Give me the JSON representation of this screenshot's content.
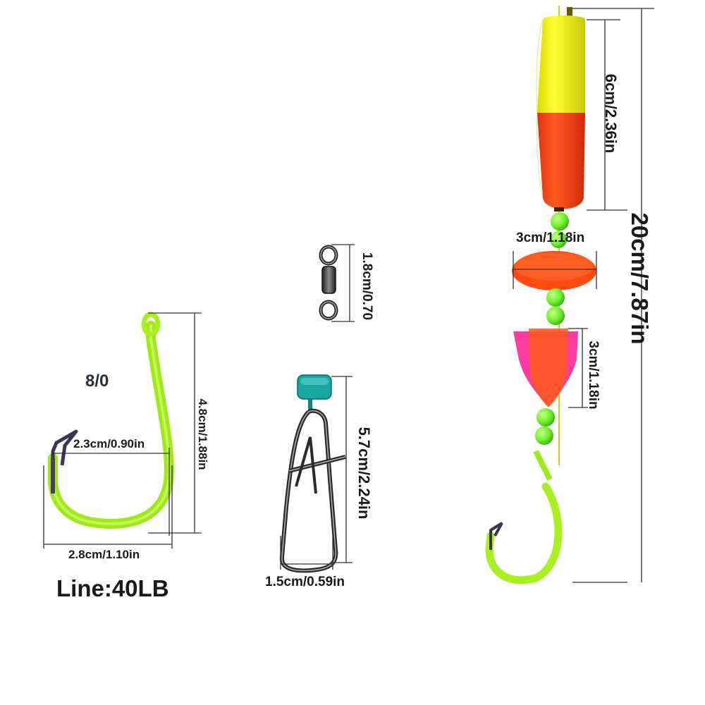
{
  "hook": {
    "size_label": "8/0",
    "length_label": "4.8cm/1.88in",
    "gap_label": "2.3cm/0.90in",
    "width_label": "2.8cm/1.10in",
    "line_label": "Line:40LB",
    "color": "#b8ff2e"
  },
  "swivel": {
    "length_label": "1.8cm/0.70"
  },
  "snap": {
    "length_label": "5.7cm/2.24in",
    "width_label": "1.5cm/0.59in",
    "cap_color": "#1aa6a0"
  },
  "rig": {
    "total_label": "20cm/7.87in",
    "float_label": "6cm/2.36in",
    "disc_width_label": "3cm/1.18in",
    "cone_label": "3cm/1.18in",
    "float_top_color": "#ffff1a",
    "float_bottom_color": "#ff4a1a",
    "bead_color": "#7cff3a"
  }
}
